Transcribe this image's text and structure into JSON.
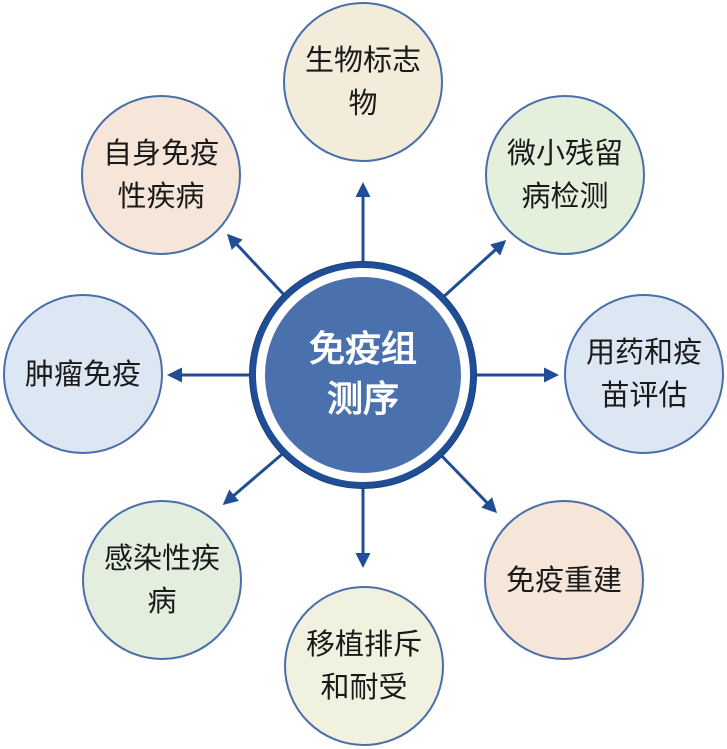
{
  "center": {
    "label": "免疫组测序"
  },
  "nodes": [
    {
      "id": "biomarker",
      "label": "生物标志物",
      "fill": "#f3ecdb"
    },
    {
      "id": "mrd",
      "label": "微小残留病检测",
      "fill": "#e4efdc"
    },
    {
      "id": "drug-vaccine",
      "label": "用药和疫苗评估",
      "fill": "#dde7f4"
    },
    {
      "id": "immune-reconstitution",
      "label": "免疫重建",
      "fill": "#f6e5d9"
    },
    {
      "id": "transplant",
      "label": "移植排斥和耐受",
      "fill": "#f1f1e0"
    },
    {
      "id": "infectious",
      "label": "感染性疾病",
      "fill": "#e3eedf"
    },
    {
      "id": "tumor",
      "label": "肿瘤免疫",
      "fill": "#dde7f4"
    },
    {
      "id": "autoimmune",
      "label": "自身免疫性疾病",
      "fill": "#f6e5d9"
    }
  ],
  "colors": {
    "arrow": "#1f4e96",
    "node_border": "#4a6fa8",
    "center_fill": "#4a71ad",
    "center_ring": "#1f4e96"
  }
}
